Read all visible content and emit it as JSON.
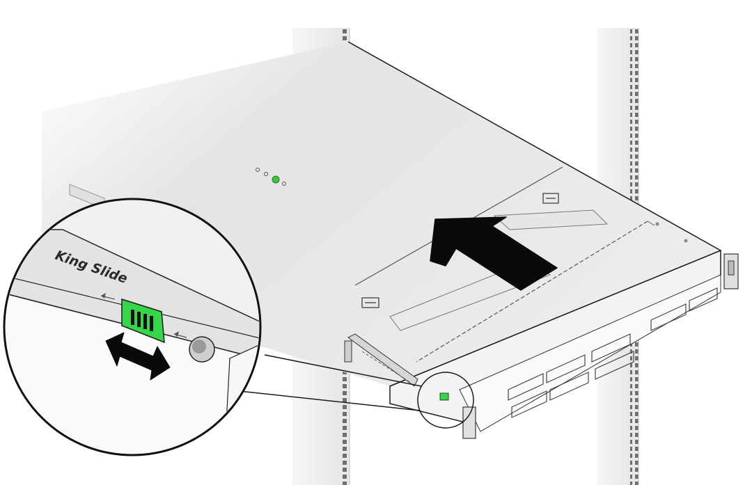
{
  "callout": {
    "rail_brand": "King Slide"
  },
  "colors": {
    "release_tab": "#35d64a",
    "status_led": "#3cc43c",
    "arrow": "#0a0a0a",
    "outline": "#1a1a1a",
    "chassis_top": "#e8e8e8",
    "chassis_front": "#f2f2f2",
    "rack_post": "#eeeeee",
    "rack_post_holes": "#7a7a7a"
  },
  "icons": {
    "push_direction": "arrow-left-up",
    "slide_direction": "double-headed-arrow",
    "release_tab": "green-release-tab",
    "detail_marker": "magnifier-circle"
  }
}
